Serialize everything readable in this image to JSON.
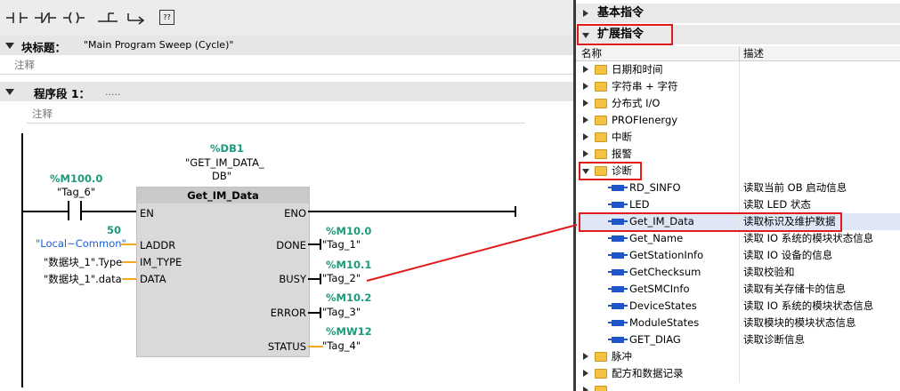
{
  "toolbar": {
    "buttons": [
      "normally-open-contact",
      "normally-closed-contact",
      "output-coil",
      "open-branch",
      "close-branch",
      "empty-box"
    ],
    "empty_box_label": "??"
  },
  "block": {
    "title_label": "块标题：",
    "title_value": "\"Main Program Sweep (Cycle)\"",
    "comment": "注释"
  },
  "network": {
    "label": "程序段 1：",
    "dots": ".....",
    "comment": "注释"
  },
  "ladder": {
    "contact": {
      "address": "%M100.0",
      "tag": "\"Tag_6\""
    },
    "instance_db": {
      "address": "%DB1",
      "line1": "\"GET_IM_DATA_",
      "line2": "DB\""
    },
    "fb_name": "Get_IM_Data",
    "inputs": [
      {
        "pin": "EN"
      },
      {
        "pin": "LADDR",
        "value_number": "50",
        "value": "\"Local~Common\""
      },
      {
        "pin": "IM_TYPE",
        "value": "\"数据块_1\".Type"
      },
      {
        "pin": "DATA",
        "value": "\"数据块_1\".data"
      }
    ],
    "outputs": [
      {
        "pin": "ENO"
      },
      {
        "pin": "DONE",
        "address": "%M10.0",
        "tag": "\"Tag_1\""
      },
      {
        "pin": "BUSY",
        "address": "%M10.1",
        "tag": "\"Tag_2\""
      },
      {
        "pin": "ERROR",
        "address": "%M10.2",
        "tag": "\"Tag_3\""
      },
      {
        "pin": "STATUS",
        "address": "%MW12",
        "tag": "\"Tag_4\""
      }
    ]
  },
  "panel": {
    "basic_section": "基本指令",
    "extended_section": "扩展指令",
    "col_name": "名称",
    "col_desc": "描述",
    "folders_top": [
      "日期和时间",
      "字符串 + 字符",
      "分布式 I/O",
      "PROFIenergy",
      "中断",
      "报警"
    ],
    "diag_folder": "诊断",
    "diag_items": [
      {
        "name": "RD_SINFO",
        "desc": "读取当前 OB 启动信息"
      },
      {
        "name": "LED",
        "desc": "读取 LED 状态"
      },
      {
        "name": "Get_IM_Data",
        "desc": "读取标识及维护数据"
      },
      {
        "name": "Get_Name",
        "desc": "读取 IO 系统的模块状态信息"
      },
      {
        "name": "GetStationInfo",
        "desc": "读取 IO 设备的信息"
      },
      {
        "name": "GetChecksum",
        "desc": "读取校验和"
      },
      {
        "name": "GetSMCInfo",
        "desc": "读取有关存储卡的信息"
      },
      {
        "name": "DeviceStates",
        "desc": "读取 IO 系统的模块状态信息"
      },
      {
        "name": "ModuleStates",
        "desc": "读取模块的模块状态信息"
      },
      {
        "name": "GET_DIAG",
        "desc": "读取诊断信息"
      }
    ],
    "folders_bottom": [
      "脉冲",
      "配方和数据记录"
    ],
    "selected_item": "Get_IM_Data",
    "colors": {
      "selection": "#dfe7f7",
      "highlight_box": "#e01b1b",
      "instruction_icon": "#1f55c9",
      "pin_wire": "#f5a623"
    }
  }
}
